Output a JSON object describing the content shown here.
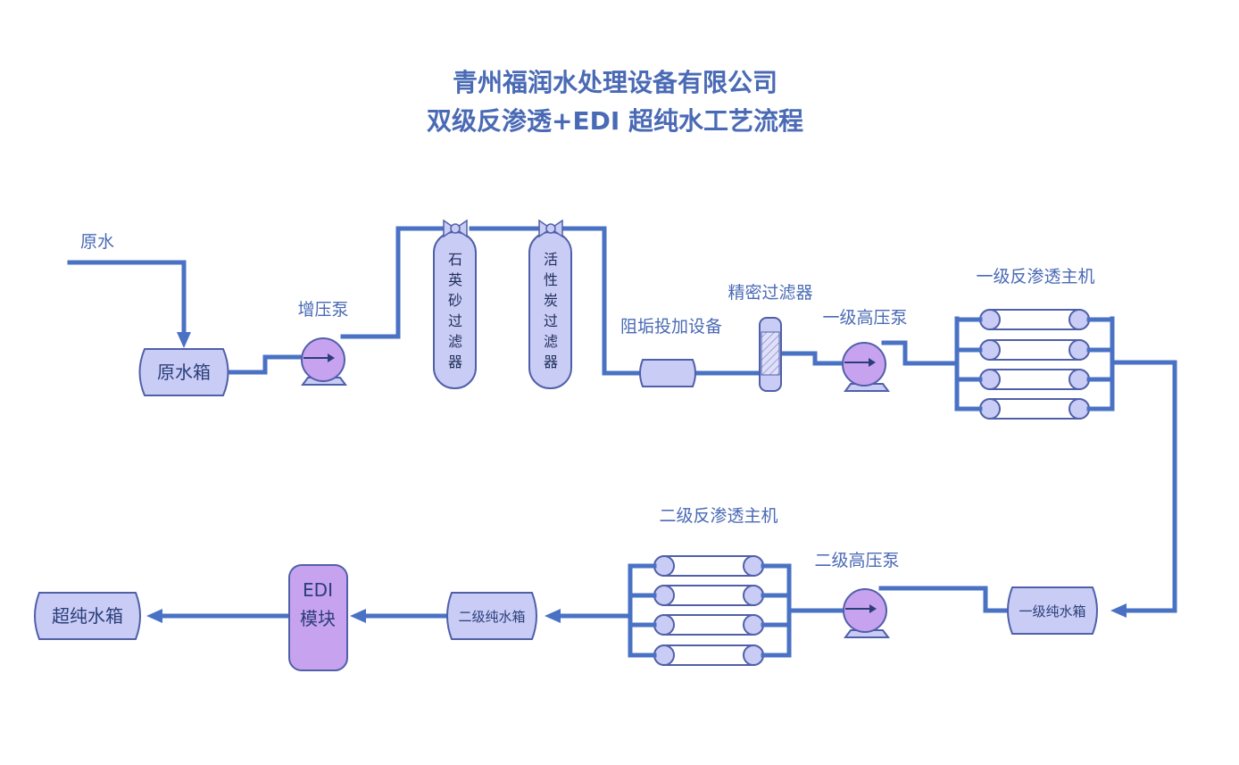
{
  "title": {
    "line1": "青州福润水处理设备有限公司",
    "line2": "双级反渗透+EDI 超纯水工艺流程"
  },
  "labels": {
    "raw_water": "原水",
    "raw_tank": "原水箱",
    "booster_pump": "增压泵",
    "sand_filter": [
      "石",
      "英",
      "砂",
      "过",
      "滤",
      "器"
    ],
    "carbon_filter": [
      "活",
      "性",
      "炭",
      "过",
      "滤",
      "器"
    ],
    "antiscalant": "阻垢投加设备",
    "precision_filter": "精密过滤器",
    "hp_pump_1": "一级高压泵",
    "ro_1": "一级反渗透主机",
    "pure_tank_1": "一级纯水箱",
    "hp_pump_2": "二级高压泵",
    "ro_2": "二级反渗透主机",
    "pure_tank_2": "二级纯水箱",
    "edi_line1": "EDI",
    "edi_line2": "模块",
    "ultrapure_tank": "超纯水箱"
  },
  "colors": {
    "pipe": "#4a72c4",
    "title": "#4a6ab5",
    "tank_fill": "#c9ccf5",
    "pump_fill": "#c7a2ef",
    "outline": "#5060a8"
  }
}
